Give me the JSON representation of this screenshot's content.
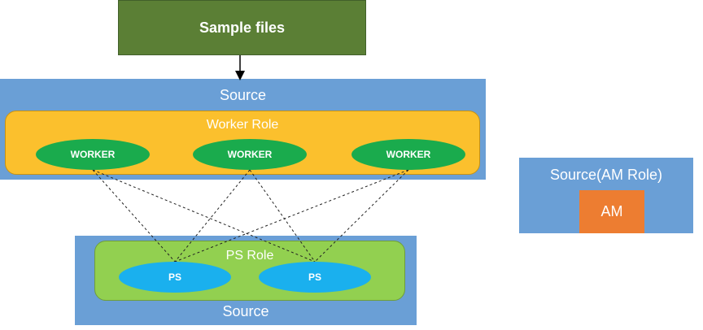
{
  "diagram": {
    "sample_files": "Sample files",
    "source_top": {
      "label": "Source",
      "worker_role": {
        "label": "Worker Role",
        "workers": [
          "WORKER",
          "WORKER",
          "WORKER"
        ]
      }
    },
    "source_bottom": {
      "label": "Source",
      "ps_role": {
        "label": "PS Role",
        "ps_nodes": [
          "PS",
          "PS"
        ]
      }
    },
    "source_am": {
      "label": "Source(AM Role)",
      "am": "AM"
    }
  },
  "colors": {
    "sample_files": "#5b7f35",
    "source": "#6a9fd6",
    "worker_role": "#fbc02d",
    "worker": "#1aab4d",
    "ps_role": "#92d050",
    "ps": "#1ab0ee",
    "am": "#ed7d31"
  }
}
